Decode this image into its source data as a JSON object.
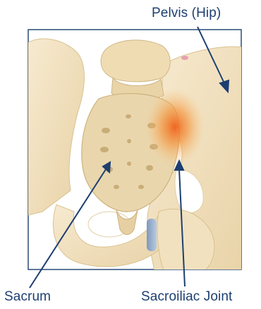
{
  "labels": {
    "pelvis": "Pelvis (Hip)",
    "sacrum": "Sacrum",
    "sacroiliac_joint": "Sacroiliac Joint"
  },
  "colors": {
    "label_text": "#1d3f70",
    "frame": "#2a4a78",
    "leader_line": "#1d3f70",
    "bone": "#f2e1bd",
    "bone_shadow": "#d9c295",
    "inflammation": "#f06a1e",
    "cartilage": "#8fa8c8"
  }
}
